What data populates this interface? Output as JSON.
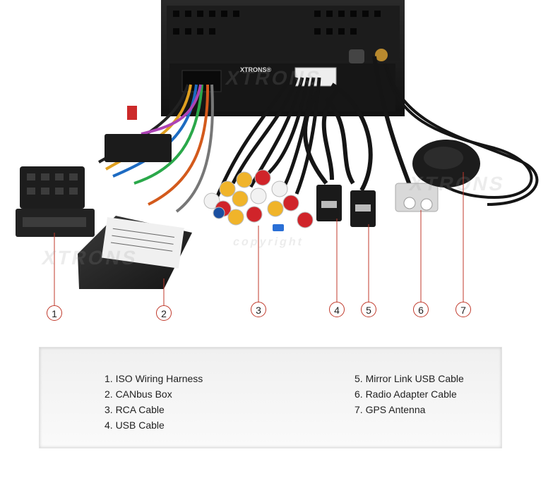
{
  "device": {
    "brand_label": "XTRONS®"
  },
  "watermarks": [
    "XTRONS",
    "XTRONS",
    "XTRONS",
    "copyright"
  ],
  "callouts": [
    {
      "number": "1"
    },
    {
      "number": "2"
    },
    {
      "number": "3"
    },
    {
      "number": "4"
    },
    {
      "number": "5"
    },
    {
      "number": "6"
    },
    {
      "number": "7"
    }
  ],
  "legend": {
    "left": [
      "1. ISO Wiring Harness",
      "2. CANbus Box",
      "3. RCA Cable",
      "4. USB Cable"
    ],
    "right": [
      "5. Mirror Link USB Cable",
      "6. Radio Adapter Cable",
      "7. GPS Antenna"
    ]
  },
  "colors": {
    "callout_line": "#c0392b",
    "unit_body": "#1a1a1a",
    "rca_red": "#d0242a",
    "rca_yellow": "#f0b42a",
    "rca_white": "#f2f2f2",
    "rca_blue": "#1a4fa0"
  }
}
